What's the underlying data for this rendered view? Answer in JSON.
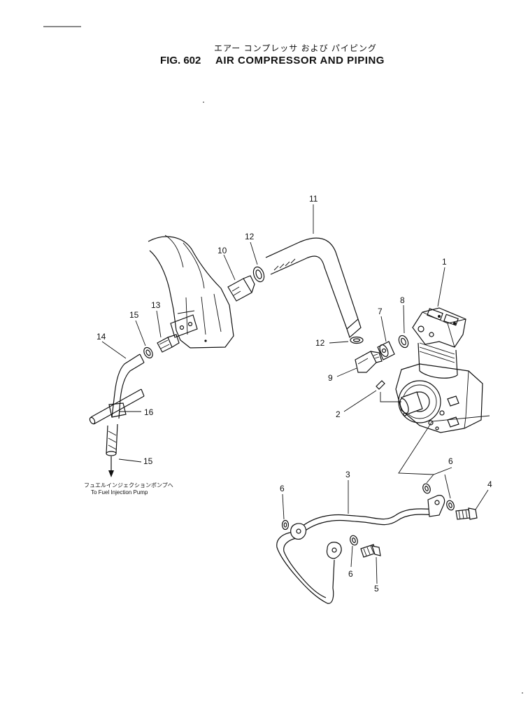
{
  "title": {
    "japanese": "エアー コンプレッサ および パイピング",
    "figure_number": "FIG. 602",
    "english": "AIR COMPRESSOR AND PIPING"
  },
  "notes": {
    "destination_jp": "フュエルインジェクションポンプへ",
    "destination_en": "To Fuel Injection Pump"
  },
  "callouts": [
    {
      "id": "c11",
      "label": "11"
    },
    {
      "id": "c12a",
      "label": "12"
    },
    {
      "id": "c10",
      "label": "10"
    },
    {
      "id": "c1",
      "label": "1"
    },
    {
      "id": "c13",
      "label": "13"
    },
    {
      "id": "c15a",
      "label": "15"
    },
    {
      "id": "c14",
      "label": "14"
    },
    {
      "id": "c7",
      "label": "7"
    },
    {
      "id": "c8",
      "label": "8"
    },
    {
      "id": "c12b",
      "label": "12"
    },
    {
      "id": "c9",
      "label": "9"
    },
    {
      "id": "c16",
      "label": "16"
    },
    {
      "id": "c2",
      "label": "2"
    },
    {
      "id": "c15b",
      "label": "15"
    },
    {
      "id": "c6a",
      "label": "6"
    },
    {
      "id": "c3",
      "label": "3"
    },
    {
      "id": "c6b",
      "label": "6"
    },
    {
      "id": "c4",
      "label": "4"
    },
    {
      "id": "c6c",
      "label": "6"
    },
    {
      "id": "c5",
      "label": "5"
    }
  ]
}
